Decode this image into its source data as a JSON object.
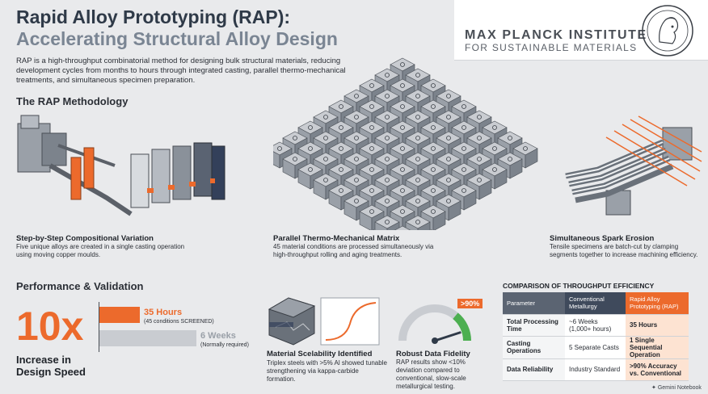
{
  "header": {
    "title_line1": "Rapid Alloy Prototyping (RAP):",
    "title_line2": "Accelerating Structural Alloy Design",
    "intro": "RAP is a high-throughput combinatorial method for designing bulk structural materials, reducing development cycles from months to hours through integrated casting, parallel thermo-mechanical treatments, and simultaneous specimen preparation."
  },
  "logo": {
    "line1": "MAX PLANCK INSTITUTE",
    "line2": "FOR SUSTAINABLE MATERIALS"
  },
  "methodology": {
    "heading": "The RAP Methodology",
    "steps": [
      {
        "title": "Step-by-Step Compositional Variation",
        "text": "Five unique alloys are created in a single casting operation using moving copper moulds."
      },
      {
        "title": "Parallel Thermo-Mechanical Matrix",
        "text": "45 material conditions are processed simultaneously via high-throughput rolling and aging treatments."
      },
      {
        "title": "Simultaneous Spark Erosion",
        "text": "Tensile specimens are batch-cut by clamping segments together to increase machining efficiency."
      }
    ]
  },
  "performance": {
    "heading": "Performance & Validation",
    "big_number": "10x",
    "big_caption": "Increase in Design Speed",
    "rap_bar": {
      "label": "35 Hours",
      "sub": "(45 conditions SCREENED)",
      "hours": 35
    },
    "conv_bar": {
      "label": "6 Weeks",
      "sub": "(Normally required)",
      "hours": 1000
    },
    "scalability": {
      "title": "Material Scelability Identified",
      "text": "Triplex steels with >5% Al showed tunable strengthening via kappa-carbide formation."
    },
    "fidelity": {
      "title": "Robust Data Fidelity",
      "text": "RAP results show <10% deviation compared to conventional, slow-scale metallurgical testing.",
      "gauge_label": ">90%",
      "gauge_value": 0.9
    }
  },
  "comparison": {
    "title": "COMPARISON OF THROUGHPUT EFFICIENCY",
    "headers": [
      "Parameter",
      "Conventional Metallurgy",
      "Rapid Alloy Prototyping (RAP)"
    ],
    "rows": [
      [
        "Total Processing Time",
        "~6 Weeks (1,000+ hours)",
        "35 Hours"
      ],
      [
        "Casting Operations",
        "5 Separate Casts",
        "1 Single Sequential Operation"
      ],
      [
        "Data Reliability",
        "Industry Standard",
        ">90% Accuracy vs. Conventional"
      ]
    ]
  },
  "footer": {
    "credit": "Gemini Notebook"
  },
  "colors": {
    "accent": "#ec6a2c",
    "dark_slate": "#2f3a48",
    "subtitle_gray": "#7a8593",
    "background": "#e9eaec"
  }
}
